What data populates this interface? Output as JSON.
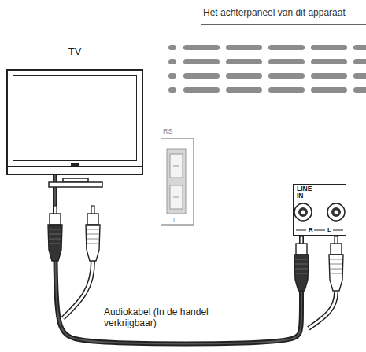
{
  "diagram": {
    "nodes": [
      {
        "text": [
          "TV"
        ]
      },
      {
        "text": [
          "LINE IN",
          "R",
          "L"
        ]
      }
    ],
    "edges": [
      {
        "from": 0,
        "to": 1,
        "arrow": "none",
        "label": "Audiokabel (In de handel verkrijgbaar)"
      }
    ],
    "labels": [
      "Het achterpaneel van dit apparaat",
      "RS",
      "L"
    ]
  }
}
